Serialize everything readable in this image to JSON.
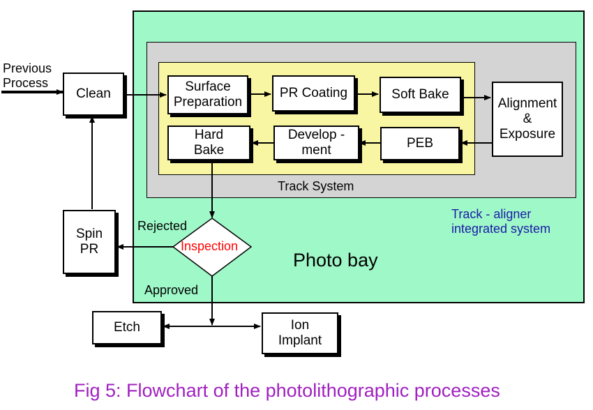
{
  "colors": {
    "photo_bay_fill": "#9ff8c8",
    "track_system_fill": "#d4d4d4",
    "inner_zone_fill": "#f8f6a2",
    "inspection_text": "#ff0000",
    "integrated_system_text": "#1a1aa6",
    "caption_text": "#a020c0"
  },
  "regions": {
    "photo_bay": "Photo bay",
    "track_system": "Track System",
    "integrated_system": "Track - aligner\nintegrated system"
  },
  "boxes": {
    "clean": "Clean",
    "surface_preparation": "Surface\nPreparation",
    "pr_coating": "PR Coating",
    "soft_bake": "Soft Bake",
    "alignment_exposure": "Alignment\n&\nExposure",
    "peb": "PEB",
    "development": "Develop -\nment",
    "hard_bake": "Hard\nBake",
    "spin_pr": "Spin\nPR",
    "etch": "Etch",
    "ion_implant": "Ion\nImplant"
  },
  "decision": {
    "inspection": "Inspection"
  },
  "flow_labels": {
    "previous_process": "Previous\nProcess",
    "rejected": "Rejected",
    "approved": "Approved"
  },
  "caption": {
    "fig_label": "Fig 5:",
    "text": "Flowchart of the photolithographic processes"
  }
}
